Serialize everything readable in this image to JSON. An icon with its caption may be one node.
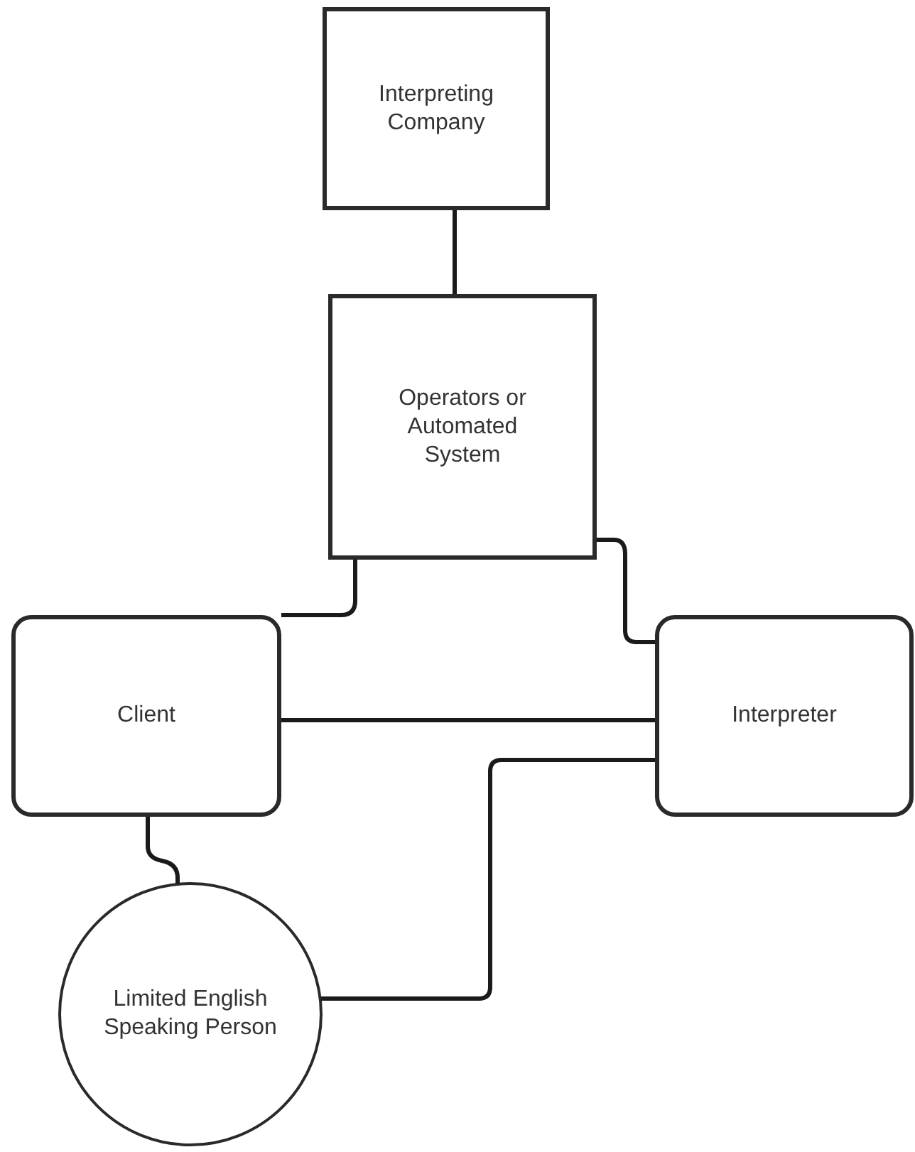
{
  "diagram": {
    "nodes": [
      {
        "text": [
          "Interpreting Company"
        ]
      },
      {
        "text": [
          "Operators or Automated System"
        ]
      },
      {
        "text": [
          "Client"
        ]
      },
      {
        "text": [
          "Interpreter"
        ]
      },
      {
        "text": [
          "Limited English Speaking Person"
        ]
      }
    ],
    "edges": [
      {
        "from": 0,
        "to": 1,
        "arrow": "none"
      },
      {
        "from": 1,
        "to": 2,
        "arrow": "none"
      },
      {
        "from": 1,
        "to": 3,
        "arrow": "none"
      },
      {
        "from": 2,
        "to": 3,
        "arrow": "none"
      },
      {
        "from": 2,
        "to": 4,
        "arrow": "none"
      },
      {
        "from": 4,
        "to": 3,
        "arrow": "none"
      }
    ]
  }
}
